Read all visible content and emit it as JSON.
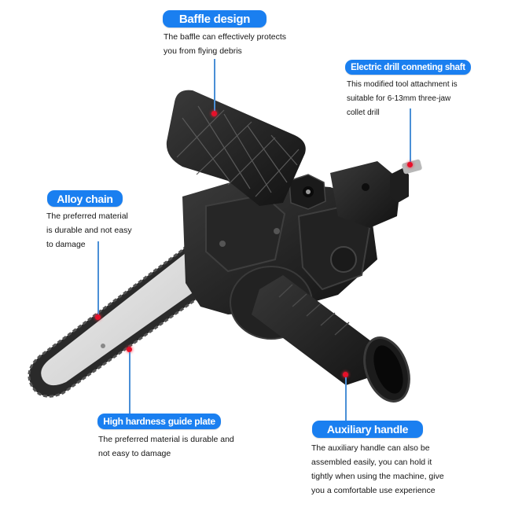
{
  "callouts": {
    "baffle": {
      "title": "Baffle design",
      "lines": [
        "The baffle can effectively protects",
        "you from flying debris"
      ]
    },
    "shaft": {
      "title": "Electric drill conneting shaft",
      "lines": [
        "This modified tool attachment is",
        "suitable for 6-13mm three-jaw",
        "collet drill"
      ]
    },
    "chain": {
      "title": "Alloy chain",
      "lines": [
        "The preferred material",
        "is durable and not easy",
        "to damage"
      ]
    },
    "guide_plate": {
      "title": "High hardness guide plate",
      "lines": [
        "The preferred material is durable and",
        "not easy to damage"
      ]
    },
    "handle": {
      "title": "Auxiliary handle",
      "lines": [
        "The auxiliary handle can also be",
        "assembled easily, you can hold it",
        "tightly when using the machine, give",
        "you a comfortable use experience"
      ]
    }
  },
  "colors": {
    "pill": "#1a7ff0",
    "leader_line": "#4a8fd6",
    "marker_dot": "#e8102a",
    "body": "#1c1c1c",
    "blade": "#dcdcdc"
  }
}
